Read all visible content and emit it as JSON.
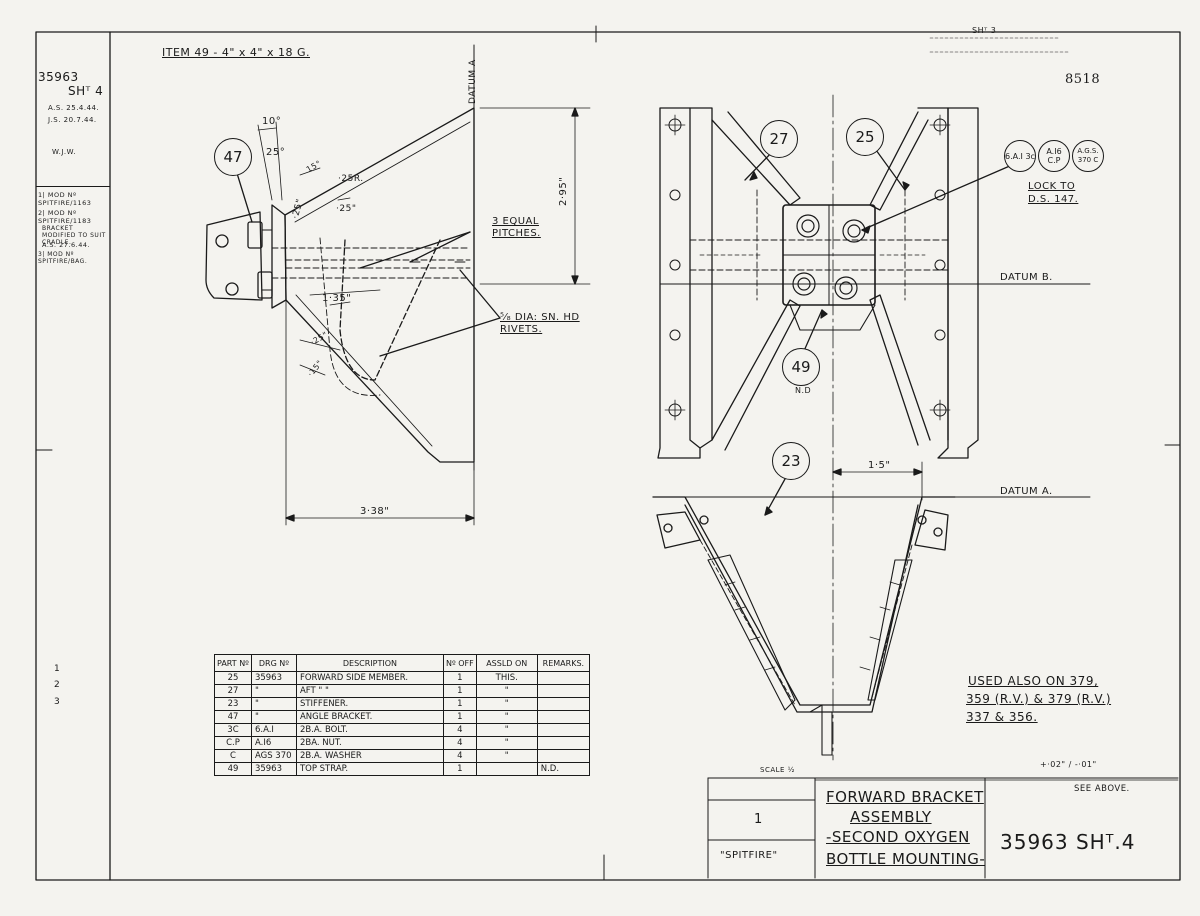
{
  "sheet_ref_top": "SHᵀ 3",
  "drawing_no_corner": "8518",
  "revision_block": {
    "number": "35963",
    "sheet": "SHᵀ 4",
    "signatures": [
      "A.S. 25.4.44.",
      "J.S. 20.7.44."
    ],
    "initials": "W.J.W.",
    "mods": [
      "1| MOD Nº SPITFIRE/1163",
      "2| MOD Nº SPITFIRE/1183",
      "BRACKET MODIFIED TO SUIT CRADLE.",
      "A.S. 27.6.44.",
      "3| MOD Nº SPITFIRE/BAG."
    ]
  },
  "left_view": {
    "item_note": "ITEM 49 - 4\" x 4\" x 18 G.",
    "datum_a": "DATUM A",
    "dims": {
      "angle_10": "10°",
      "angle_25a": "25°",
      "angle_15a": "15°",
      "r25": "·25R.",
      "d25b": "·25\"",
      "d25c": "·25\"",
      "d135": "1·35\"",
      "d25d": "·25\"",
      "d15": "·15\"",
      "d338": "3·38\"",
      "d295": "2·95\""
    },
    "note_pitches": "3 EQUAL PITCHES.",
    "note_rivets": "⁵⁄₈ DIA: SN. HD RIVETS.",
    "bubble_47": "47"
  },
  "right_view": {
    "bubble_27": "27",
    "bubble_25": "25",
    "bubble_49": "49",
    "nd": "N.D",
    "bubble_23": "23",
    "datum_b": "DATUM B.",
    "datum_a": "DATUM A.",
    "dim_15": "1·5\"",
    "small_bubbles": [
      "6.A.I 3c",
      "A.I6 C.P",
      "A.G.S. 370 C"
    ],
    "lock_note": "LOCK TO D.S. 147."
  },
  "parts_table": {
    "headers": [
      "PART Nº",
      "DRG Nº",
      "DESCRIPTION",
      "Nº OFF",
      "ASSLD ON",
      "REMARKS."
    ],
    "rows": [
      [
        "25",
        "35963",
        "FORWARD SIDE MEMBER.",
        "1",
        "THIS.",
        ""
      ],
      [
        "27",
        "\"",
        "AFT      \"      \"",
        "1",
        "\"",
        ""
      ],
      [
        "23",
        "\"",
        "STIFFENER.",
        "1",
        "\"",
        ""
      ],
      [
        "47",
        "\"",
        "ANGLE BRACKET.",
        "1",
        "\"",
        ""
      ],
      [
        "3C",
        "6.A.I",
        "2B.A. BOLT.",
        "4",
        "\"",
        ""
      ],
      [
        "C.P",
        "A.I6",
        "2BA. NUT.",
        "4",
        "\"",
        ""
      ],
      [
        "C",
        "AGS 370",
        "2B.A. WASHER",
        "4",
        "\"",
        ""
      ],
      [
        "49",
        "35963",
        "TOP STRAP.",
        "1",
        "",
        "N.D."
      ]
    ]
  },
  "used_also": [
    "USED ALSO ON 379,",
    "359 (R.V.) & 379 (R.V.)",
    "337 & 356."
  ],
  "margin_marks": [
    "1",
    "2",
    "3"
  ],
  "title_block": {
    "scale": "SCALE ½",
    "tolerance": "+·02\" / -·01\"",
    "see_above": "SEE ABOVE.",
    "qty": "1",
    "aircraft": "\"SPITFIRE\"",
    "title_lines": [
      "FORWARD BRACKET",
      "ASSEMBLY",
      "-SECOND OXYGEN",
      "BOTTLE MOUNTING-"
    ],
    "drawing_number": "35963 SHᵀ.4"
  }
}
